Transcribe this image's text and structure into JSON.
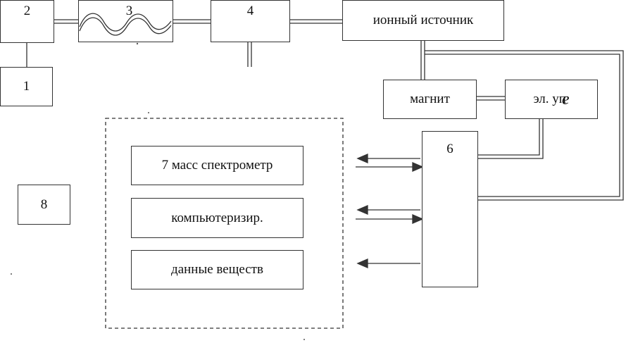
{
  "diagram": {
    "nodes": {
      "b1": "1",
      "b2": "2",
      "b3": "3",
      "b4": "4",
      "ion": "ионный источник",
      "magnet": "магнит",
      "amp": "эл. уп",
      "amp_mark": "е",
      "b6": "6",
      "b8": "8",
      "ms": "7 масс спектрометр",
      "comp": "компьютеризир.",
      "data": "данные веществ"
    }
  }
}
